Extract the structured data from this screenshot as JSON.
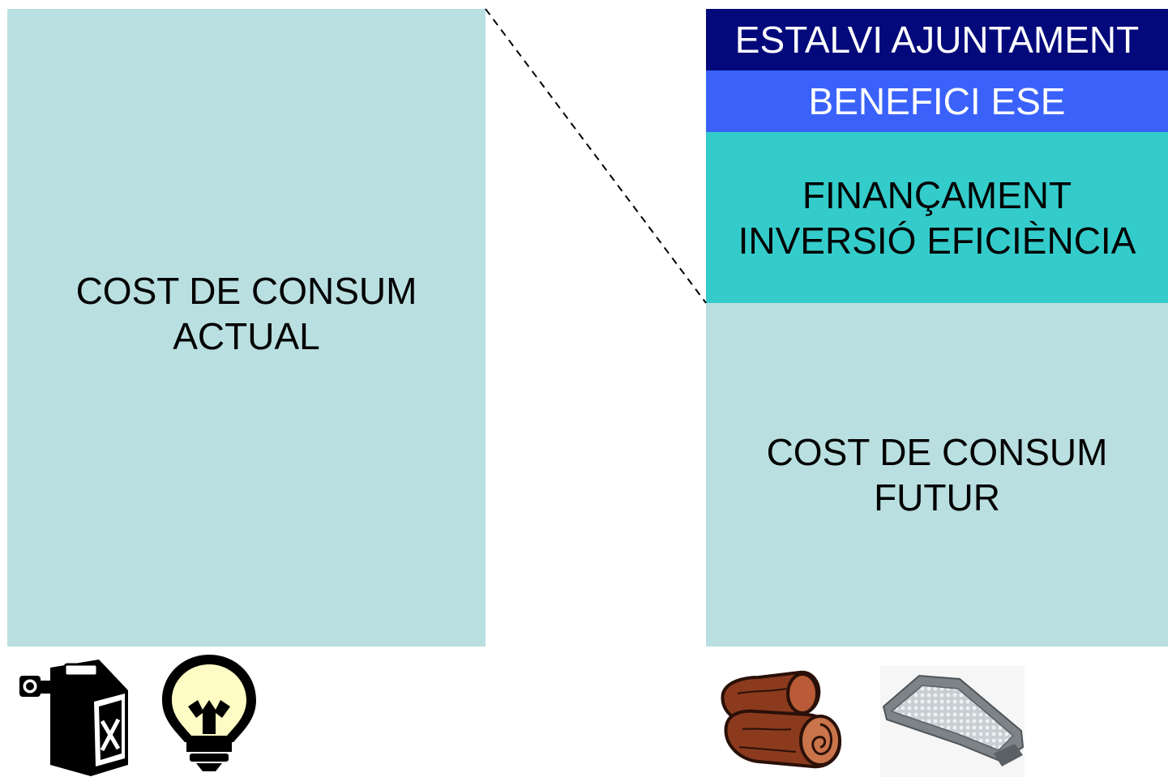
{
  "diagram": {
    "left_bar": {
      "label": "COST DE CONSUM\nACTUAL",
      "color": "#badfe1"
    },
    "right_stack": {
      "segments": [
        {
          "label": "ESTALVI AJUNTAMENT",
          "color": "#03097a",
          "text_color": "#ffffff"
        },
        {
          "label": "BENEFICI ESE",
          "color": "#3a62fb",
          "text_color": "#ffffff"
        },
        {
          "label": "FINANÇAMENT\nINVERSIÓ EFICIÈNCIA",
          "color": "#34cccb",
          "text_color": "#000000"
        },
        {
          "label": "COST DE CONSUM\nFUTUR",
          "color": "#badfe1",
          "text_color": "#000000"
        }
      ]
    },
    "connector": {
      "style": "dashed",
      "color": "#000000"
    }
  },
  "icons": {
    "left": [
      "fuel-can-icon",
      "light-bulb-icon"
    ],
    "right": [
      "firewood-logs-icon",
      "led-streetlight-icon"
    ]
  }
}
